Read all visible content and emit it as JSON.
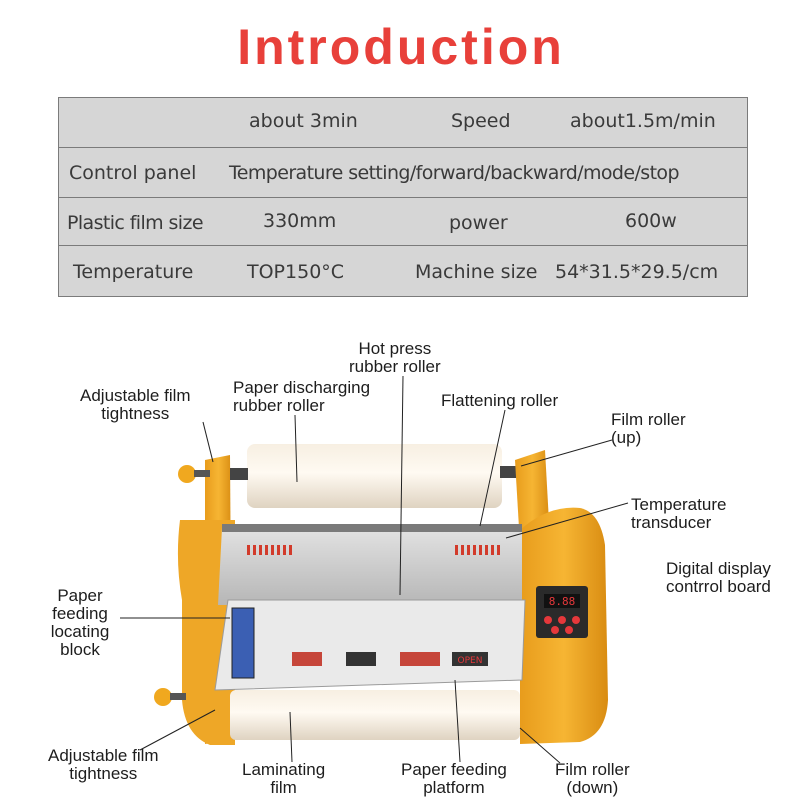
{
  "title": "Introduction",
  "spec_table": {
    "rows": [
      [
        "",
        "about 3min",
        "Speed",
        "about1.5m/min"
      ],
      [
        "Control panel",
        "Temperature setting/forward/backward/mode/stop",
        "",
        ""
      ],
      [
        "Plastic film size",
        "330mm",
        "power",
        "600w"
      ],
      [
        "Temperature",
        "TOP150°C",
        "Machine size",
        "54*31.5*29.5/cm"
      ]
    ]
  },
  "machine": {
    "display_text": "8.88",
    "platform_sign": "OPEN",
    "colors": {
      "body": "#f2ad2a",
      "body_dark": "#d48a10",
      "roller": "#fbf4e8",
      "metal": "#c9c9c9",
      "panel": "#2a2a2a",
      "led": "#e5383b"
    }
  },
  "callouts": {
    "hot_press": [
      "Hot press",
      "rubber roller"
    ],
    "paper_discharging": [
      "Paper discharging",
      "rubber roller"
    ],
    "adjustable_top": [
      "Adjustable film",
      "tightness"
    ],
    "flattening": [
      "Flattening roller"
    ],
    "film_roller_up": [
      "Film roller",
      "(up)"
    ],
    "temperature_transducer": [
      "Temperature",
      "transducer"
    ],
    "digital_display": [
      "Digital display",
      "contrrol board"
    ],
    "paper_feeding_block": [
      "Paper",
      "feeding",
      "locating",
      "block"
    ],
    "adjustable_bottom": [
      "Adjustable film",
      "tightness"
    ],
    "laminating_film": [
      "Laminating",
      "film"
    ],
    "paper_feeding_platform": [
      "Paper feeding",
      "platform"
    ],
    "film_roller_down": [
      "Film roller",
      "(down)"
    ]
  }
}
